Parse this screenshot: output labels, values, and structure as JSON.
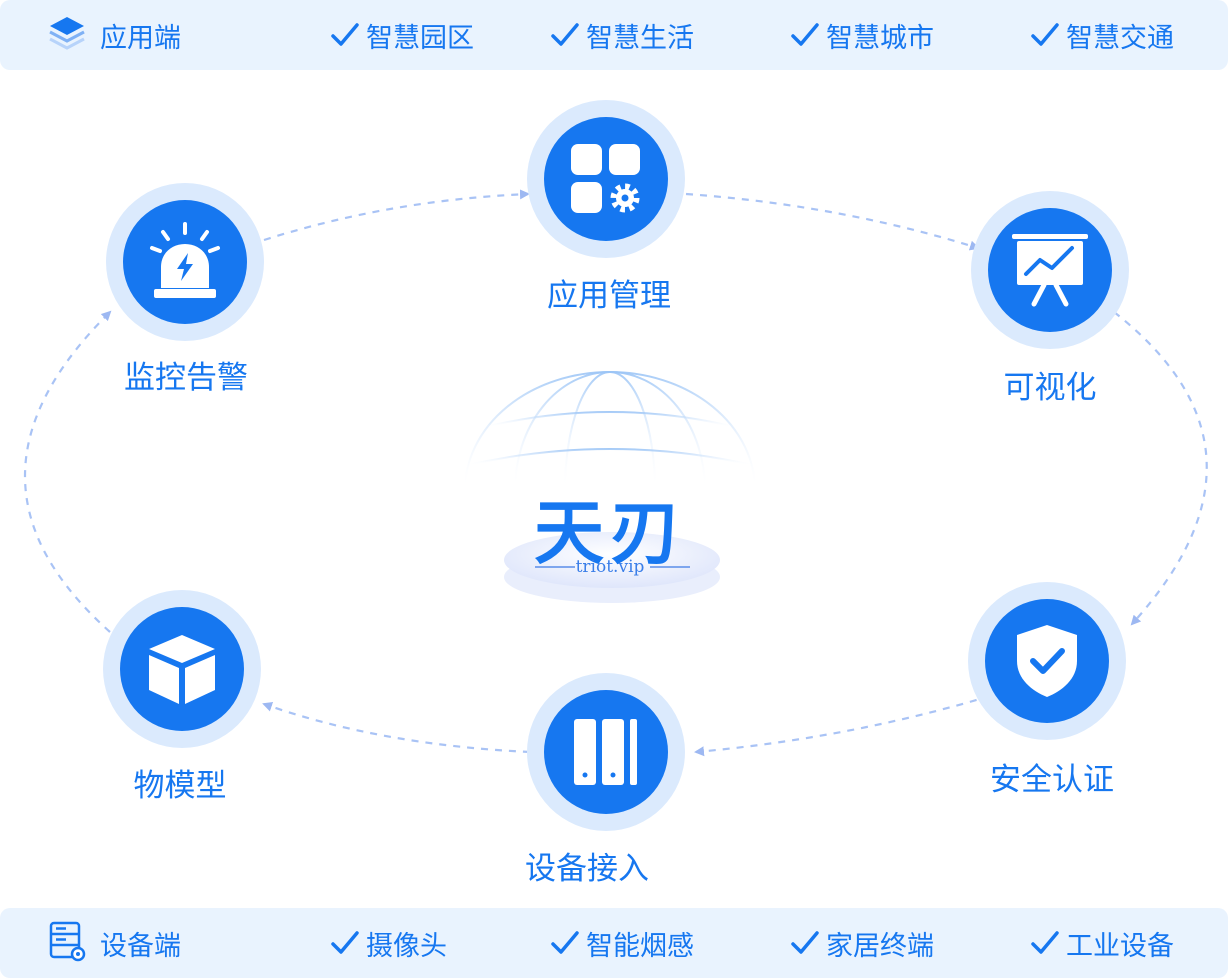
{
  "top_bar": {
    "title": "应用端",
    "title_icon": "layers-icon",
    "items": [
      "智慧园区",
      "智慧生活",
      "智慧城市",
      "智慧交通"
    ]
  },
  "bottom_bar": {
    "title": "设备端",
    "title_icon": "server-icon",
    "items": [
      "摄像头",
      "智能烟感",
      "家居终端",
      "工业设备"
    ]
  },
  "nodes": {
    "app_management": {
      "label": "应用管理",
      "icon": "app-grid-gear-icon"
    },
    "visualization": {
      "label": "可视化",
      "icon": "presentation-chart-icon"
    },
    "security_auth": {
      "label": "安全认证",
      "icon": "shield-check-icon"
    },
    "device_access": {
      "label": "设备接入",
      "icon": "server-rack-icon"
    },
    "thing_model": {
      "label": "物模型",
      "icon": "cube-icon"
    },
    "monitor_alarm": {
      "label": "监控告警",
      "icon": "alarm-light-icon"
    }
  },
  "center": {
    "logo": "天刃",
    "url": "triot.vip"
  },
  "colors": {
    "accent": "#1677f0",
    "ring_light": "#dbeafd",
    "bar_bg": "#e9f3fe",
    "dashed_arrow": "#a9c3f5"
  }
}
